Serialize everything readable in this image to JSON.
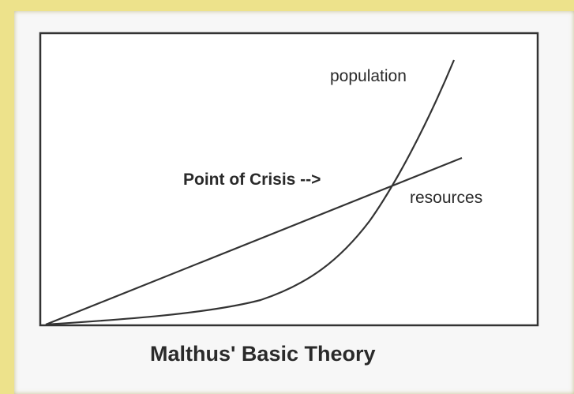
{
  "diagram": {
    "caption": "Malthus' Basic Theory",
    "labels": {
      "population": "population",
      "resources": "resources",
      "crisis": "Point of Crisis -->"
    },
    "series": [
      {
        "name": "population",
        "shape": "exponential"
      },
      {
        "name": "resources",
        "shape": "linear"
      }
    ]
  },
  "colors": {
    "outer_background": "#ede28b",
    "panel_background": "#f7f7f7",
    "plot_background": "#ffffff",
    "line": "#333333",
    "text": "#2a2a2a"
  }
}
